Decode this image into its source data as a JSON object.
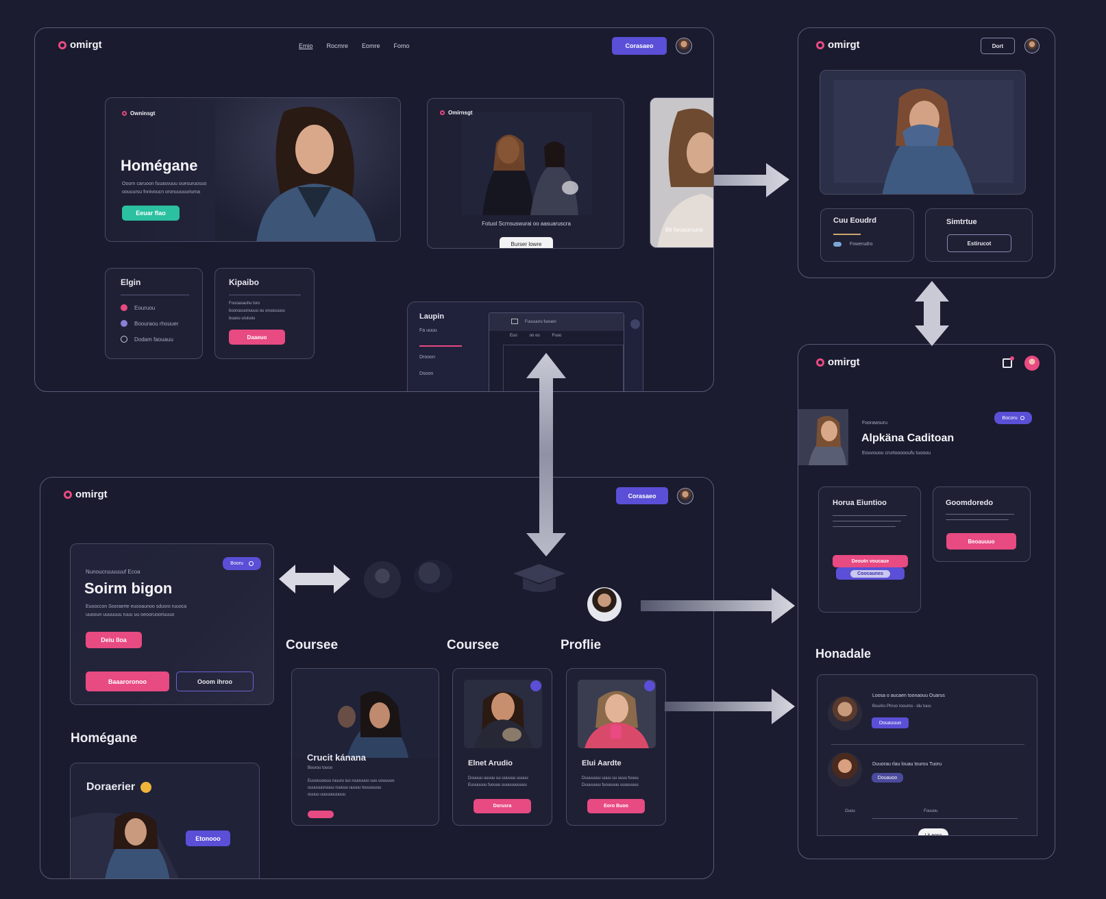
{
  "brand": "omirgt",
  "frame1": {
    "nav": [
      "Emio",
      "Rocmre",
      "Eomre",
      "Fomo"
    ],
    "cta": "Corasaeo",
    "hero_logo": "Owninsgt",
    "hero_title": "Homégane",
    "hero_text_1": "Ooorn caruoon fuuasvuuu ouesuruosuo",
    "hero_text_2": "oouuursu fnnivoucn oronuuuuuriuma",
    "hero_button": "Eeuar flao",
    "promo_logo": "Omirnsgt",
    "promo_caption": "Fotuol Scrnsuswurai oo aasuaruscra",
    "promo_button": "Burser lowre",
    "side_caption": "Bb forusurouna",
    "login_title": "Elgin",
    "login_items": [
      "Eouruou",
      "Boouraou rhouuer",
      "Dodam faouauu"
    ],
    "kitchen_title": "Kipaibo",
    "kitchen_text": [
      "Foooasauhu toro",
      "boonasuonuuuu ou oruouuuuu",
      "buaou uruiuou"
    ],
    "kitchen_button": "Daaeuo",
    "lower_title": "Laupin",
    "lower_sub": "Fa uuuu",
    "lower_items": [
      "Drooon",
      "Dsoon"
    ],
    "lower_window_title": "Fuuuuuru fueuen",
    "lower_window_cols": [
      "Euo",
      "oo oo",
      "Fuuo"
    ]
  },
  "frame2": {
    "button": "Dort",
    "card1_title": "Cuu Eoudrd",
    "card1_item": "Fowerudro",
    "card2_title": "Simtrtue",
    "card2_button": "Estirucot"
  },
  "frame3": {
    "profile_caption": "Foorawsuru",
    "profile_name": "Alpkäna Caditoan",
    "profile_sub": "Eouvouou crurtoooooufu tuooou",
    "badge": "Bocoru",
    "card1_title": "Horua Eiuntioo",
    "card1_btn1": "Deoutn voucaue",
    "card1_btn2": "Coocaunes",
    "card2_title": "Goomdoredo",
    "card2_btn": "Beoauuuo",
    "list_title": "Honadale",
    "list_item1_title": "Loosa o aucaen toonaouu Ouarus",
    "list_item1_sub": "Bouriru Phruo rooumo - diu tuuu",
    "list_item1_badge": "Douauuuo",
    "list_item2_title": "Duuorau rlau louau tourou Tuoru",
    "list_item2_badge": "Douauoo",
    "footer_left": "Ouou",
    "footer_right": "Fouuou",
    "footer_btn": "Lit aoso"
  },
  "frame4": {
    "cta": "Corasaeo",
    "hero_caption": "Nunoucruuuuuuf Ecoa",
    "hero_badge": "Booru",
    "hero_title": "Soirm bigon",
    "hero_text_1": "Euooccon Sooraerte euooaunoo sdusro ruuoca",
    "hero_text_2": "uuooun uuuuuuu ruuu uu oeooruooriuuuo",
    "hero_btn": "Deiu lloa",
    "hero_btn2": "Baaaroronoo",
    "hero_btn3": "Ooom ihroo",
    "home_title": "Homégane",
    "home_card_title": "Doraerier",
    "home_card_btn": "Etonooo",
    "courses_title_1": "Coursee",
    "courses_title_2": "Coursee",
    "profile_title": "Proflie",
    "course1_title": "Crucit kánana",
    "course1_sub": "Bourou touoo",
    "course1_text": [
      "Euoouuoouu ruuuru iuo ruuouuuo uuu uouuuuo",
      "uuuuuuuruuuu ruuuuu uuuuu touuuuuuu",
      "ouuuu uuuuuuuuuuu"
    ],
    "course2_title": "Elnet Arudio",
    "course2_text": [
      "Douuuu uuuuu uu uuuuuu uuuuu",
      "Euuuuuuu fuouuu uuuuuuuuuuu"
    ],
    "course2_btn": "Dorusra",
    "course3_title": "Elui Aardte",
    "course3_text": [
      "Duuuuuuu uuuu uu uuuu fuuuu",
      "Duuuuuuu fuouuuuu uuuuuuuu"
    ],
    "course3_btn": "Eoro Buoo"
  },
  "colors": {
    "background": "#1b1c30",
    "accent_purple": "#5a4fd6",
    "accent_pink": "#e84a82",
    "accent_teal": "#2bc0a0",
    "arrow": "#b8bac8"
  }
}
